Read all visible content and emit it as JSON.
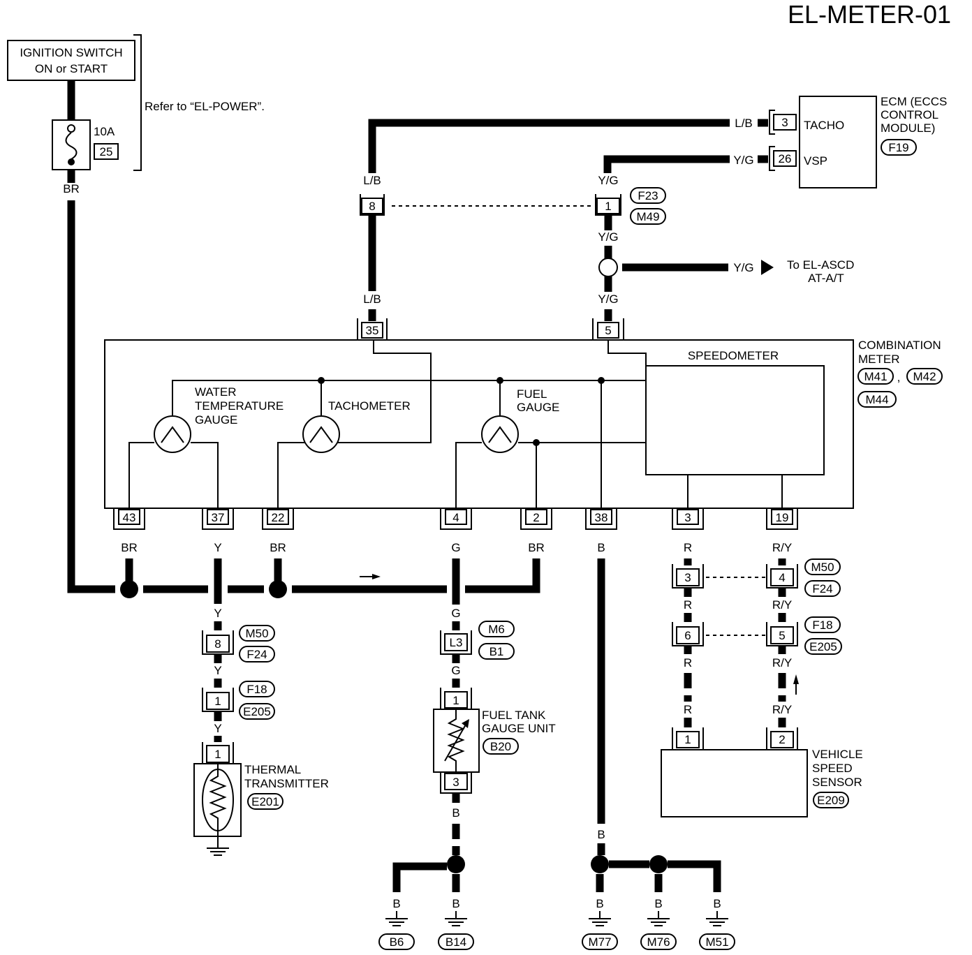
{
  "title": "EL-METER-01",
  "ignition": {
    "line1": "IGNITION SWITCH",
    "line2": "ON or START"
  },
  "fuse": {
    "amp": "10A",
    "number": "25"
  },
  "refer_power": "Refer to “EL-POWER”.",
  "ecm": {
    "label_lines": [
      "ECM (ECCS",
      "CONTROL",
      "MODULE)"
    ],
    "connector": "F19",
    "pins": [
      {
        "num": "3",
        "name": "TACHO",
        "wire": "L/B"
      },
      {
        "num": "26",
        "name": "VSP",
        "wire": "Y/G"
      }
    ]
  },
  "relay_connectors": {
    "lb_pin": "8",
    "yg_pin": "1",
    "yg_tags": [
      "F23",
      "M49"
    ]
  },
  "ascd": {
    "wire": "Y/G",
    "line1": "To EL-ASCD",
    "line2": "AT-A/T"
  },
  "combination_meter": {
    "label_lines": [
      "COMBINATION",
      "METER"
    ],
    "connectors": [
      "M41",
      "M42",
      "M44"
    ],
    "separator": ",",
    "top_pins": [
      "35",
      "5"
    ],
    "top_wires": [
      "L/B",
      "Y/G"
    ],
    "bottom_pins": [
      "43",
      "37",
      "22",
      "4",
      "2",
      "38",
      "3",
      "19"
    ],
    "bottom_wires": [
      "BR",
      "Y",
      "BR",
      "G",
      "BR",
      "B",
      "R",
      "R/Y"
    ],
    "speedometer": "SPEEDOMETER",
    "water_temp_lines": [
      "WATER",
      "TEMPERATURE",
      "GAUGE"
    ],
    "tachometer": "TACHOMETER",
    "fuel_gauge_lines": [
      "FUEL",
      "GAUGE"
    ]
  },
  "wire_labels": {
    "br": "BR",
    "lb": "L/B",
    "yg": "Y/G",
    "y": "Y",
    "g": "G",
    "b": "B",
    "r": "R",
    "ry": "R/Y"
  },
  "thermal_path": {
    "c1": {
      "pin": "8",
      "tags": [
        "M50",
        "F24"
      ]
    },
    "c2": {
      "pin": "1",
      "tags": [
        "F18",
        "E205"
      ]
    },
    "device_pin": "1",
    "device_lines": [
      "THERMAL",
      "TRANSMITTER"
    ],
    "device_tag": "E201"
  },
  "fuel_path": {
    "c1": {
      "pin": "L3",
      "tags": [
        "M6",
        "B1"
      ]
    },
    "device_pins": [
      "1",
      "3"
    ],
    "device_lines": [
      "FUEL TANK",
      "GAUGE UNIT"
    ],
    "device_tag": "B20",
    "grounds": [
      "B6",
      "B14"
    ]
  },
  "meter_grounds": [
    "M77",
    "M76",
    "M51"
  ],
  "vss_path": {
    "c1": {
      "pins": [
        "3",
        "4"
      ],
      "tags": [
        "M50",
        "F24"
      ]
    },
    "c2": {
      "pins": [
        "6",
        "5"
      ],
      "tags": [
        "F18",
        "E205"
      ]
    },
    "device_pins": [
      "1",
      "2"
    ],
    "device_lines": [
      "VEHICLE",
      "SPEED",
      "SENSOR"
    ],
    "device_tag": "E209"
  }
}
